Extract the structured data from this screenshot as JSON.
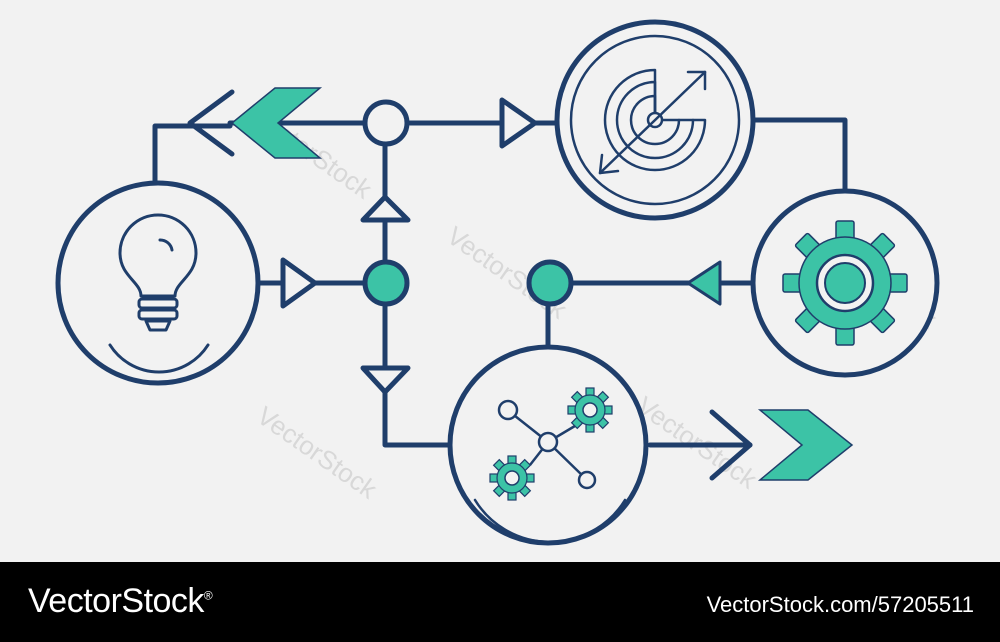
{
  "watermark": "VectorStock",
  "footer": {
    "brand": "VectorStock",
    "brand_mark": "®",
    "image_id": "VectorStock.com/57205511"
  },
  "colors": {
    "stroke": "#1f3e6b",
    "accent": "#3cc3a6",
    "background": "#f2f2f2",
    "footer_bg": "#000000"
  },
  "nodes": [
    {
      "name": "lightbulb-node",
      "icon": "lightbulb-icon"
    },
    {
      "name": "target-node",
      "icon": "target-icon"
    },
    {
      "name": "gear-node",
      "icon": "gear-icon"
    },
    {
      "name": "network-gears-node",
      "icon": "network-gears-icon"
    }
  ]
}
